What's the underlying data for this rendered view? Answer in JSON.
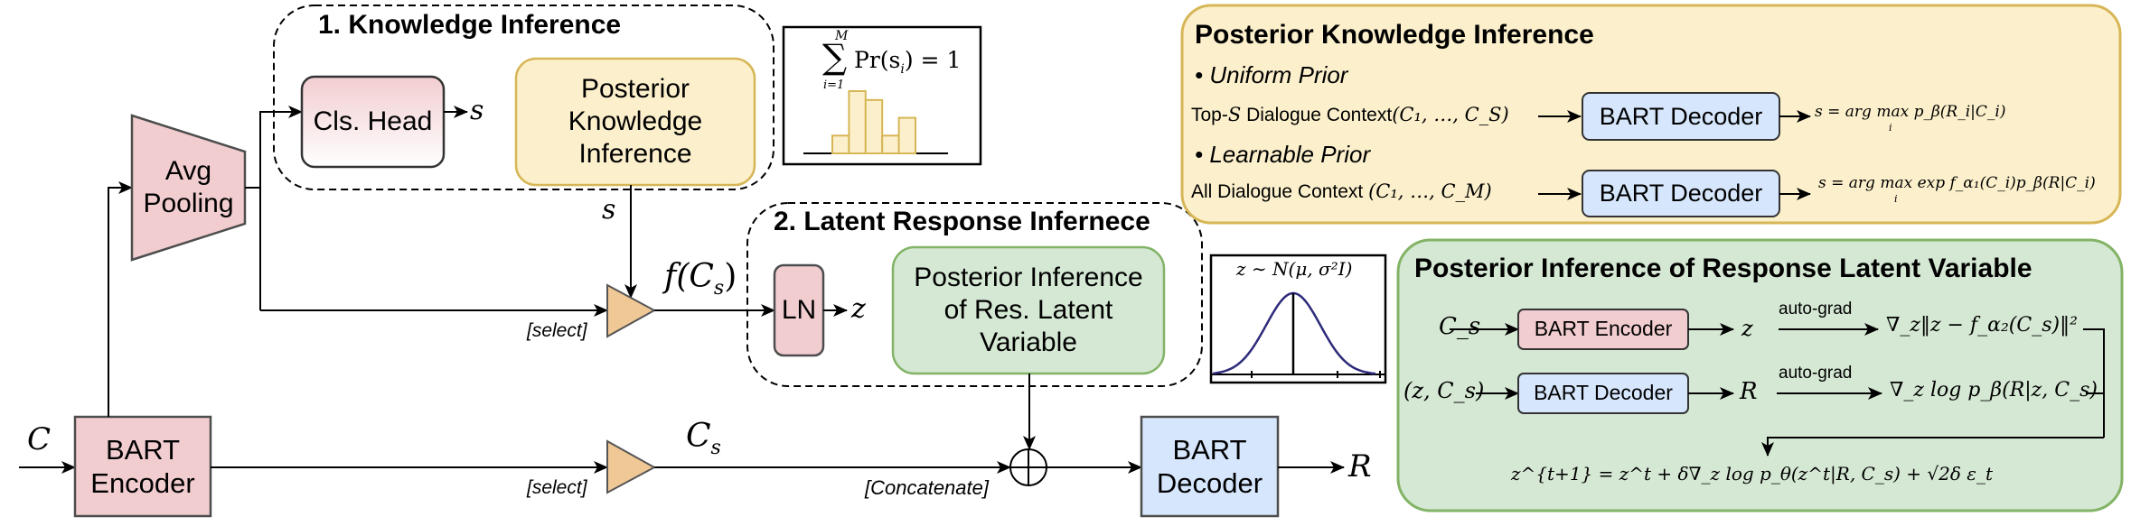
{
  "colors": {
    "pink_fill": "#f2cdd0",
    "pink_stroke": "#4d4d4d",
    "yellow_fill": "#fcf0cc",
    "yellow_stroke": "#d6b656",
    "green_fill": "#d5e8d4",
    "green_stroke": "#82b366",
    "blue_fill": "#d6e6fc",
    "orange_fill": "#f0c896",
    "gaussian_curve": "#2d2a7a"
  },
  "main": {
    "input_label": "C",
    "encoder": {
      "line1": "BART",
      "line2": "Encoder"
    },
    "avg_pooling": {
      "line1": "Avg",
      "line2": "Pooling"
    },
    "cls_head": "Cls. Head",
    "cls_output": "s",
    "s_label": "s",
    "select_top": "[select]",
    "select_bottom": "[select]",
    "f_cs_label": "f(C",
    "f_cs_sub": "s",
    "f_cs_close": ")",
    "cs_label": "C",
    "cs_sub": "s",
    "ln": "LN",
    "ln_output": "z",
    "concatenate": "[Concatenate]",
    "decoder": {
      "line1": "BART",
      "line2": "Decoder"
    },
    "output_label": "R"
  },
  "group1": {
    "title": "1. Knowledge Inference",
    "posterior_box": {
      "line1": "Posterior",
      "line2": "Knowledge",
      "line3": "Inference"
    }
  },
  "group2": {
    "title": "2. Latent Response Infernece",
    "posterior_box": {
      "line1": "Posterior Inference",
      "line2": "of Res. Latent",
      "line3": "Variable"
    }
  },
  "histogram": {
    "formula_sum": "∑",
    "formula_top": "M",
    "formula_bottom": "i=1",
    "formula_body": "Pr(s",
    "formula_sub": "i",
    "formula_tail": ") = 1",
    "bar_values": [
      1,
      3.5,
      3,
      1,
      2
    ]
  },
  "gaussian": {
    "formula": "z ∼ N(μ, σ²I)"
  },
  "knowledge_panel": {
    "title": "Posterior Knowledge Inference",
    "uniform_heading": "• Uniform Prior",
    "uniform_input_prefix": "Top-",
    "uniform_input_S": "S",
    "uniform_input_text": " Dialogue Context",
    "uniform_input_math": "(C₁, …, C_S)",
    "uniform_decoder": "BART Decoder",
    "uniform_output": "s = arg max p_β(R_i|C_i)",
    "uniform_output_sub": "i",
    "learnable_heading": "• Learnable Prior",
    "learnable_input_text": "All Dialogue Context ",
    "learnable_input_math": "(C₁, …, C_M)",
    "learnable_decoder": "BART Decoder",
    "learnable_output": "s = arg max exp f_α₁(C_i)p_β(R|C_i)",
    "learnable_output_sub": "i"
  },
  "latent_panel": {
    "title": "Posterior Inference of Response Latent Variable",
    "row1_input": "C_s",
    "row1_box": "BART Encoder",
    "row1_out": "z",
    "row1_arrow_label": "auto-grad",
    "row1_grad": "∇_z‖z − f_α₂(C_s)‖²",
    "row2_input": "(z, C_s)",
    "row2_box": "BART Decoder",
    "row2_out": "R",
    "row2_arrow_label": "auto-grad",
    "row2_grad": "∇_z log p_β(R|z, C_s)",
    "update_rule": "z^{t+1} = z^t + δ∇_z log p_θ(z^t|R, C_s) + √2δ ε_t"
  }
}
